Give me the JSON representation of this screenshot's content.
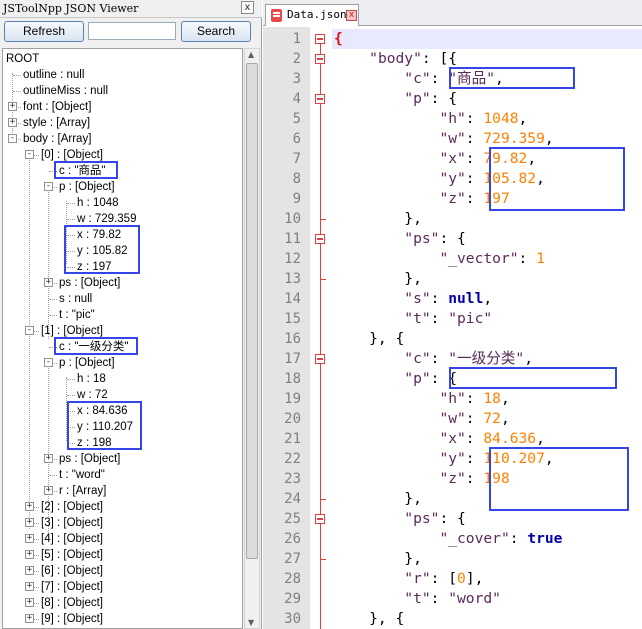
{
  "left_panel": {
    "title": "JSToolNpp JSON Viewer",
    "close_glyph": "x",
    "refresh_label": "Refresh",
    "search_label": "Search",
    "search_value": "",
    "tree": [
      {
        "text": "ROOT"
      },
      {
        "text": "outline : null"
      },
      {
        "text": "outlineMiss : null"
      },
      {
        "text": "font : [Object]"
      },
      {
        "text": "style : [Array]"
      },
      {
        "text": "body : [Array]"
      },
      {
        "text": "[0] : [Object]"
      },
      {
        "text": "c : \"商品\""
      },
      {
        "text": "p : [Object]"
      },
      {
        "text": "h : 1048"
      },
      {
        "text": "w : 729.359"
      },
      {
        "text": "x : 79.82"
      },
      {
        "text": "y : 105.82"
      },
      {
        "text": "z : 197"
      },
      {
        "text": "ps : [Object]"
      },
      {
        "text": "s : null"
      },
      {
        "text": "t : \"pic\""
      },
      {
        "text": "[1] : [Object]"
      },
      {
        "text": "c : \"一级分类\""
      },
      {
        "text": "p : [Object]"
      },
      {
        "text": "h : 18"
      },
      {
        "text": "w : 72"
      },
      {
        "text": "x : 84.636"
      },
      {
        "text": "y : 110.207"
      },
      {
        "text": "z : 198"
      },
      {
        "text": "ps : [Object]"
      },
      {
        "text": "t : \"word\""
      },
      {
        "text": "r : [Array]"
      },
      {
        "text": "[2] : [Object]"
      },
      {
        "text": "[3] : [Object]"
      },
      {
        "text": "[4] : [Object]"
      },
      {
        "text": "[5] : [Object]"
      },
      {
        "text": "[6] : [Object]"
      },
      {
        "text": "[7] : [Object]"
      },
      {
        "text": "[8] : [Object]"
      },
      {
        "text": "[9] : [Object]"
      }
    ]
  },
  "editor": {
    "tab_label": "Data.json",
    "tab_close_glyph": "x",
    "line_numbers": [
      "1",
      "2",
      "3",
      "4",
      "5",
      "6",
      "7",
      "8",
      "9",
      "10",
      "11",
      "12",
      "13",
      "14",
      "15",
      "16",
      "17",
      "18",
      "19",
      "20",
      "21",
      "22",
      "23",
      "24",
      "25",
      "26",
      "27",
      "28",
      "29",
      "30"
    ],
    "lines": [
      [
        [
          "b",
          "{"
        ]
      ],
      [
        [
          "p",
          "    "
        ],
        [
          "k",
          "\"body\""
        ],
        [
          "p",
          ": "
        ],
        [
          "p",
          "[{"
        ]
      ],
      [
        [
          "p",
          "        "
        ],
        [
          "k",
          "\"c\""
        ],
        [
          "p",
          ": "
        ],
        [
          "s",
          "\"商品\""
        ],
        [
          "p",
          ","
        ]
      ],
      [
        [
          "p",
          "        "
        ],
        [
          "k",
          "\"p\""
        ],
        [
          "p",
          ": {"
        ]
      ],
      [
        [
          "p",
          "            "
        ],
        [
          "k",
          "\"h\""
        ],
        [
          "p",
          ": "
        ],
        [
          "n",
          "1048"
        ],
        [
          "p",
          ","
        ]
      ],
      [
        [
          "p",
          "            "
        ],
        [
          "k",
          "\"w\""
        ],
        [
          "p",
          ": "
        ],
        [
          "n",
          "729.359"
        ],
        [
          "p",
          ","
        ]
      ],
      [
        [
          "p",
          "            "
        ],
        [
          "k",
          "\"x\""
        ],
        [
          "p",
          ": "
        ],
        [
          "n",
          "79.82"
        ],
        [
          "p",
          ","
        ]
      ],
      [
        [
          "p",
          "            "
        ],
        [
          "k",
          "\"y\""
        ],
        [
          "p",
          ": "
        ],
        [
          "n",
          "105.82"
        ],
        [
          "p",
          ","
        ]
      ],
      [
        [
          "p",
          "            "
        ],
        [
          "k",
          "\"z\""
        ],
        [
          "p",
          ": "
        ],
        [
          "n",
          "197"
        ]
      ],
      [
        [
          "p",
          "        },"
        ]
      ],
      [
        [
          "p",
          "        "
        ],
        [
          "k",
          "\"ps\""
        ],
        [
          "p",
          ": {"
        ]
      ],
      [
        [
          "p",
          "            "
        ],
        [
          "k",
          "\"_vector\""
        ],
        [
          "p",
          ": "
        ],
        [
          "n",
          "1"
        ]
      ],
      [
        [
          "p",
          "        },"
        ]
      ],
      [
        [
          "p",
          "        "
        ],
        [
          "k",
          "\"s\""
        ],
        [
          "p",
          ": "
        ],
        [
          "kw",
          "null"
        ],
        [
          "p",
          ","
        ]
      ],
      [
        [
          "p",
          "        "
        ],
        [
          "k",
          "\"t\""
        ],
        [
          "p",
          ": "
        ],
        [
          "s",
          "\"pic\""
        ]
      ],
      [
        [
          "p",
          "    }, {"
        ]
      ],
      [
        [
          "p",
          "        "
        ],
        [
          "k",
          "\"c\""
        ],
        [
          "p",
          ": "
        ],
        [
          "s",
          "\"一级分类\""
        ],
        [
          "p",
          ","
        ]
      ],
      [
        [
          "p",
          "        "
        ],
        [
          "k",
          "\"p\""
        ],
        [
          "p",
          ": {"
        ]
      ],
      [
        [
          "p",
          "            "
        ],
        [
          "k",
          "\"h\""
        ],
        [
          "p",
          ": "
        ],
        [
          "n",
          "18"
        ],
        [
          "p",
          ","
        ]
      ],
      [
        [
          "p",
          "            "
        ],
        [
          "k",
          "\"w\""
        ],
        [
          "p",
          ": "
        ],
        [
          "n",
          "72"
        ],
        [
          "p",
          ","
        ]
      ],
      [
        [
          "p",
          "            "
        ],
        [
          "k",
          "\"x\""
        ],
        [
          "p",
          ": "
        ],
        [
          "n",
          "84.636"
        ],
        [
          "p",
          ","
        ]
      ],
      [
        [
          "p",
          "            "
        ],
        [
          "k",
          "\"y\""
        ],
        [
          "p",
          ": "
        ],
        [
          "n",
          "110.207"
        ],
        [
          "p",
          ","
        ]
      ],
      [
        [
          "p",
          "            "
        ],
        [
          "k",
          "\"z\""
        ],
        [
          "p",
          ": "
        ],
        [
          "n",
          "198"
        ]
      ],
      [
        [
          "p",
          "        },"
        ]
      ],
      [
        [
          "p",
          "        "
        ],
        [
          "k",
          "\"ps\""
        ],
        [
          "p",
          ": {"
        ]
      ],
      [
        [
          "p",
          "            "
        ],
        [
          "k",
          "\"_cover\""
        ],
        [
          "p",
          ": "
        ],
        [
          "kw",
          "true"
        ]
      ],
      [
        [
          "p",
          "        },"
        ]
      ],
      [
        [
          "p",
          "        "
        ],
        [
          "k",
          "\"r\""
        ],
        [
          "p",
          ": "
        ],
        [
          "p",
          "["
        ],
        [
          "n",
          "0"
        ],
        [
          "p",
          "],"
        ]
      ],
      [
        [
          "p",
          "        "
        ],
        [
          "k",
          "\"t\""
        ],
        [
          "p",
          ": "
        ],
        [
          "s",
          "\"word\""
        ]
      ],
      [
        [
          "p",
          "    }, {"
        ]
      ]
    ]
  },
  "colors": {
    "key": "#5a2a5a",
    "number": "#ff8000",
    "keyword": "#0000aa",
    "brace": "#e01010",
    "highlight_border": "#3446e6",
    "fold": "#e04040"
  }
}
